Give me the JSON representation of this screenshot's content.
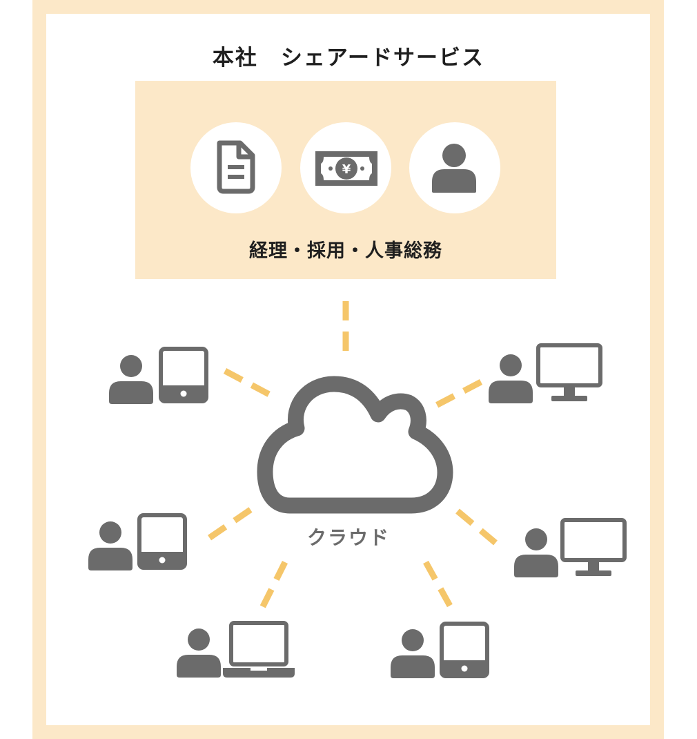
{
  "headquarters": {
    "title": "本社　シェアードサービス",
    "services_label": "経理・採用・人事総務",
    "service_icons": [
      "document-icon",
      "yen-banknote-icon",
      "person-icon"
    ]
  },
  "cloud": {
    "label": "クラウド",
    "icon": "cloud-icon"
  },
  "clients": [
    {
      "user_icon": "person-icon",
      "device_icon": "tablet-icon"
    },
    {
      "user_icon": "person-icon",
      "device_icon": "monitor-icon"
    },
    {
      "user_icon": "person-icon",
      "device_icon": "tablet-icon"
    },
    {
      "user_icon": "person-icon",
      "device_icon": "monitor-icon"
    },
    {
      "user_icon": "person-icon",
      "device_icon": "laptop-icon"
    },
    {
      "user_icon": "person-icon",
      "device_icon": "tablet-icon"
    }
  ],
  "colors": {
    "frame": "#fce8c8",
    "icon_gray": "#6b6b6b",
    "connector": "#f5c66a",
    "text": "#1f1f1f"
  }
}
